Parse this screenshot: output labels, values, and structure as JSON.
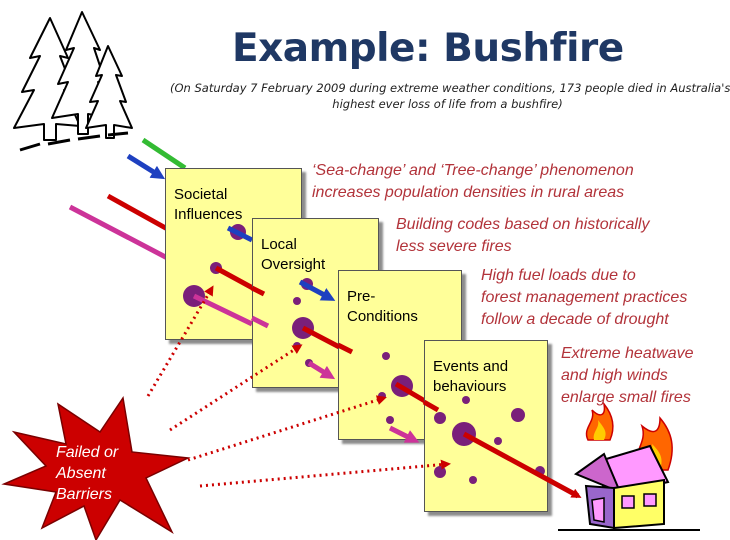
{
  "slide": {
    "title": "Example: Bushfire",
    "subtitle_lines": [
      "(On Saturday 7 February 2009 during extreme weather conditions, 173 people died in Australia's",
      "highest ever loss of life from a bushfire)"
    ]
  },
  "layers": [
    {
      "label_lines": [
        "Societal",
        "Influences"
      ],
      "description_lines": [
        "‘Sea-change’ and ‘Tree-change’ phenomenon",
        "increases population densities in rural areas"
      ]
    },
    {
      "label_lines": [
        "Local",
        "Oversight"
      ],
      "description_lines": [
        "Building codes based on historically",
        "less severe fires"
      ]
    },
    {
      "label_lines": [
        "Pre-",
        "Conditions"
      ],
      "description_lines": [
        "High fuel loads due to",
        "forest management practices",
        "follow a decade of drought"
      ]
    },
    {
      "label_lines": [
        "Events and",
        "behaviours"
      ],
      "description_lines": [
        "Extreme heatwave",
        "and high winds",
        "enlarge small fires"
      ]
    }
  ],
  "failed_barriers": {
    "label_lines": [
      "Failed or",
      "Absent",
      "Barriers"
    ]
  },
  "colors": {
    "layer_fill": "#ffff99",
    "hole": "#7a1f7a",
    "title": "#1f3864",
    "description": "#b2333a",
    "arrow_red": "#cc0000",
    "arrow_magenta": "#cc3399",
    "arrow_blue": "#1e40c0",
    "arrow_green": "#33bb33",
    "starburst": "#cc0000"
  },
  "icons": {
    "trees": "pine-trees-icon",
    "house": "burning-house-icon"
  }
}
